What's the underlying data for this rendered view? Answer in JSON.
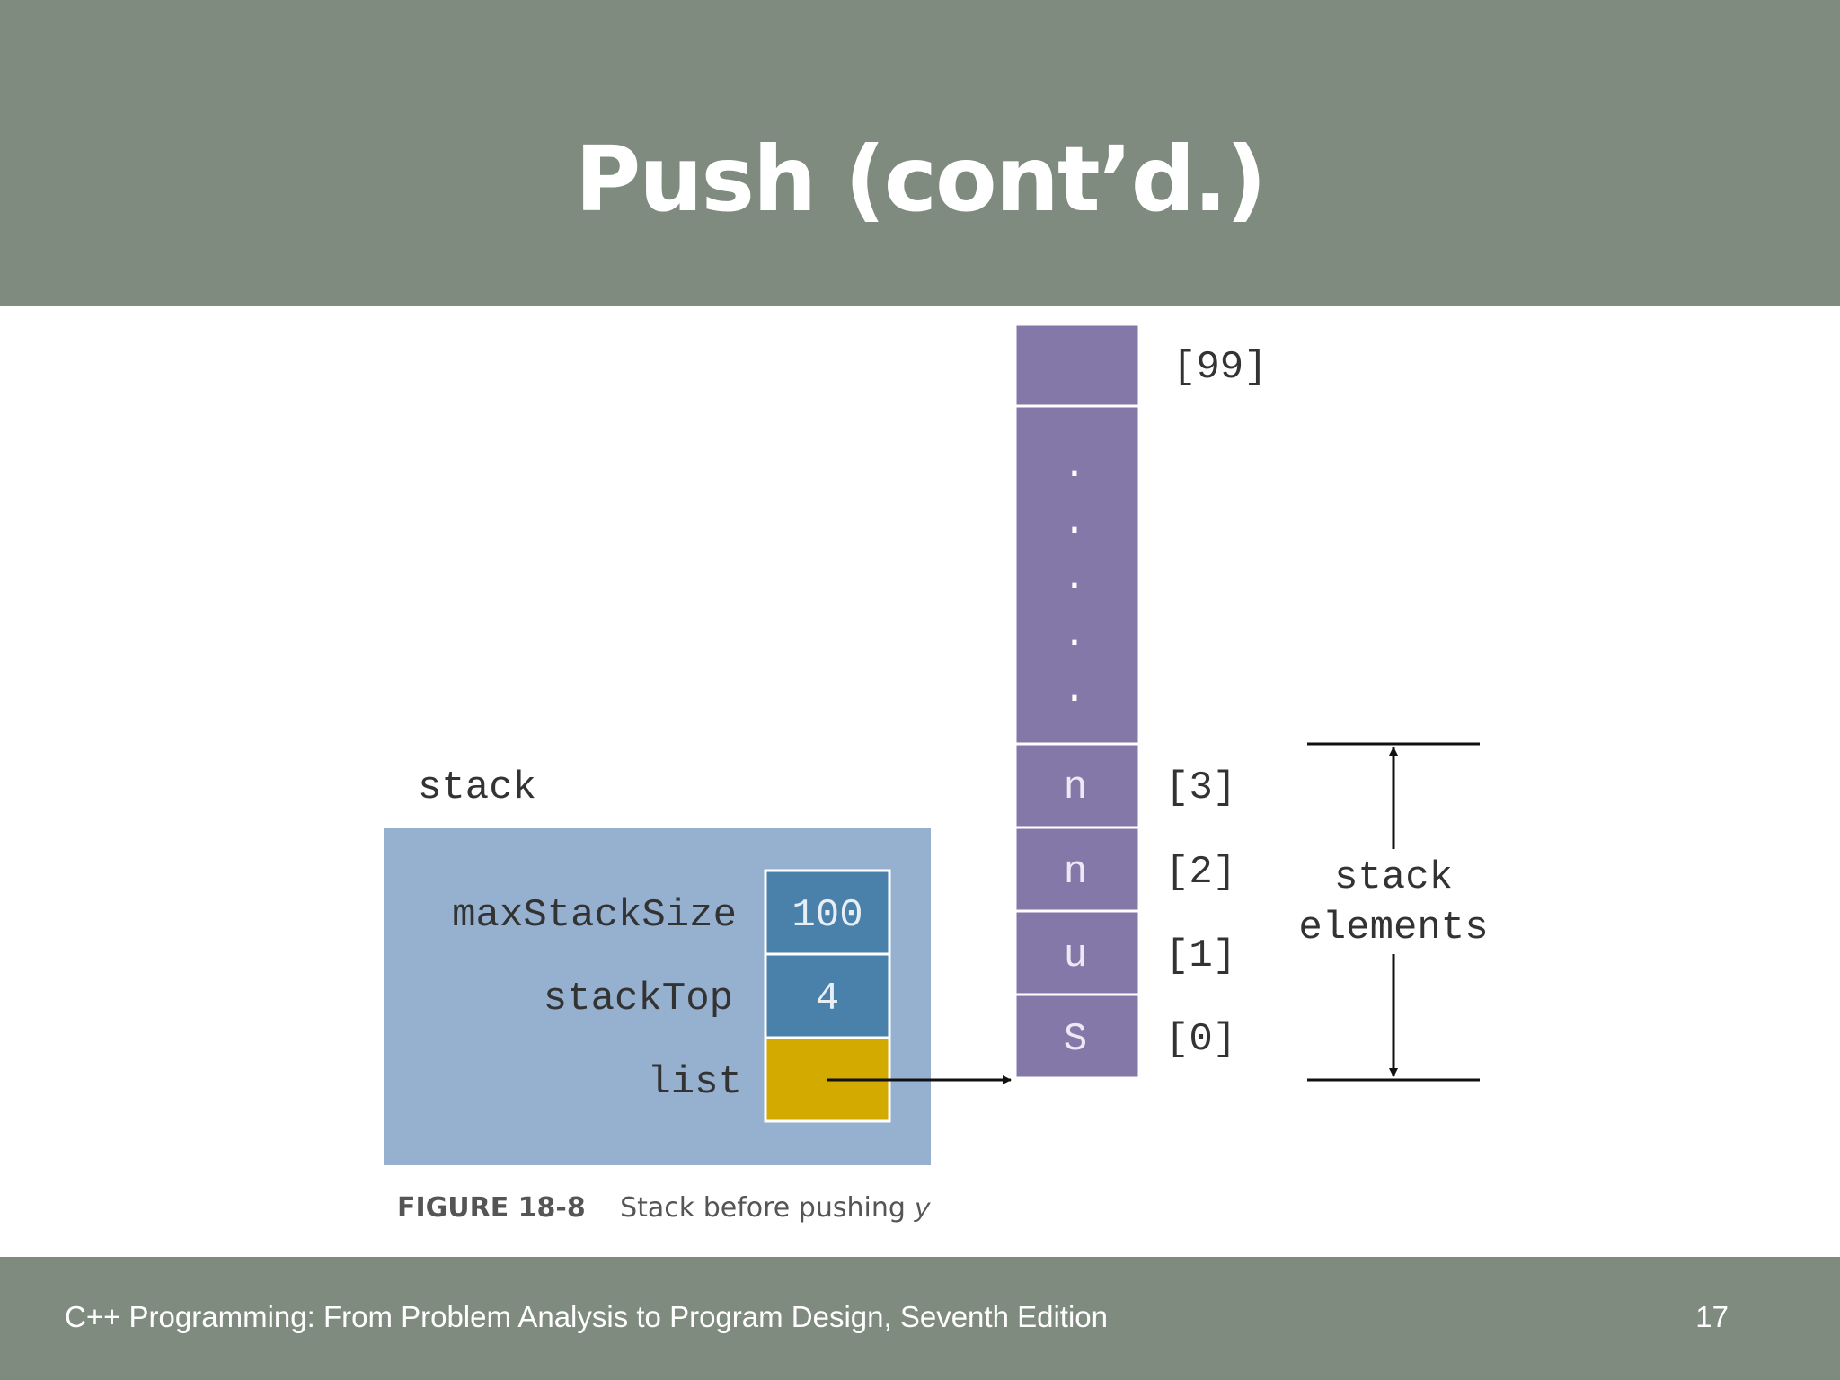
{
  "slide": {
    "title": "Push (cont’d.)",
    "footer": "C++ Programming: From Problem Analysis to Program Design, Seventh Edition",
    "page_number": "17"
  },
  "colors": {
    "header_bg": "#808b80",
    "struct_bg": "#96b1d0",
    "field_cell": "#4a81ab",
    "pointer_cell": "#d2aa00",
    "array_cell": "#8378a8"
  },
  "figure": {
    "struct_name": "stack",
    "fields": [
      {
        "name": "maxStackSize",
        "value": "100"
      },
      {
        "name": "stackTop",
        "value": "4"
      },
      {
        "name": "list",
        "value": ""
      }
    ],
    "array": {
      "top_index": "[99]",
      "ellipsis": ".",
      "cells": [
        {
          "value": "n",
          "index": "[3]"
        },
        {
          "value": "n",
          "index": "[2]"
        },
        {
          "value": "u",
          "index": "[1]"
        },
        {
          "value": "S",
          "index": "[0]"
        }
      ]
    },
    "brace_label_line1": "stack",
    "brace_label_line2": "elements",
    "caption_label": "FIGURE 18-8",
    "caption_text": "Stack before pushing ",
    "caption_var": "y"
  }
}
